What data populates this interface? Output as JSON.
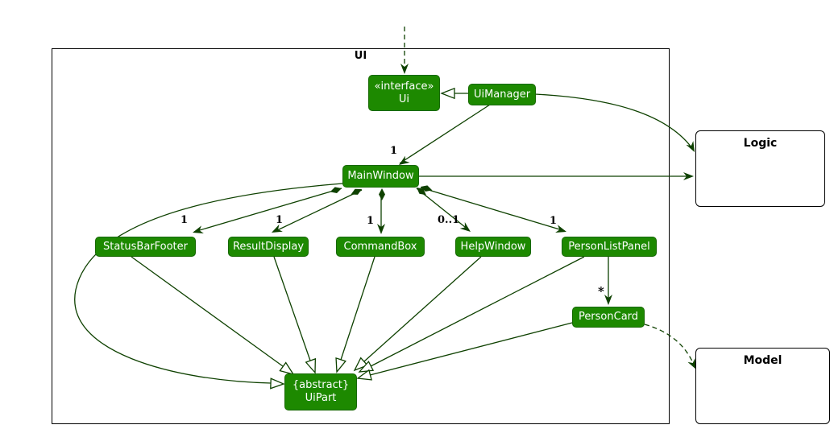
{
  "diagram_type": "uml-class-diagram",
  "container": {
    "label": "UI"
  },
  "classes": {
    "ui_interface": {
      "stereotype": "«interface»",
      "name": "Ui"
    },
    "ui_manager": {
      "name": "UiManager"
    },
    "main_window": {
      "name": "MainWindow"
    },
    "status_bar_footer": {
      "name": "StatusBarFooter"
    },
    "result_display": {
      "name": "ResultDisplay"
    },
    "command_box": {
      "name": "CommandBox"
    },
    "help_window": {
      "name": "HelpWindow"
    },
    "person_list_panel": {
      "name": "PersonListPanel"
    },
    "person_card": {
      "name": "PersonCard"
    },
    "ui_part": {
      "modifier": "{abstract}",
      "name": "UiPart"
    }
  },
  "external_components": {
    "logic": {
      "label": "Logic"
    },
    "model": {
      "label": "Model"
    }
  },
  "multiplicities": {
    "uimanager_mainwindow": "1",
    "mainwindow_statusbarfooter": "1",
    "mainwindow_resultdisplay": "1",
    "mainwindow_commandbox": "1",
    "mainwindow_helpwindow": "0..1",
    "mainwindow_personlistpanel": "1",
    "personlistpanel_personcard": "*"
  },
  "colors": {
    "class_fill": "#1D8900",
    "class_border": "#166800",
    "edge": "#0E4100",
    "text_on_class": "#FFFFFF",
    "label_text": "#000000",
    "external_border": "#000000",
    "background": "#FFFFFF"
  }
}
